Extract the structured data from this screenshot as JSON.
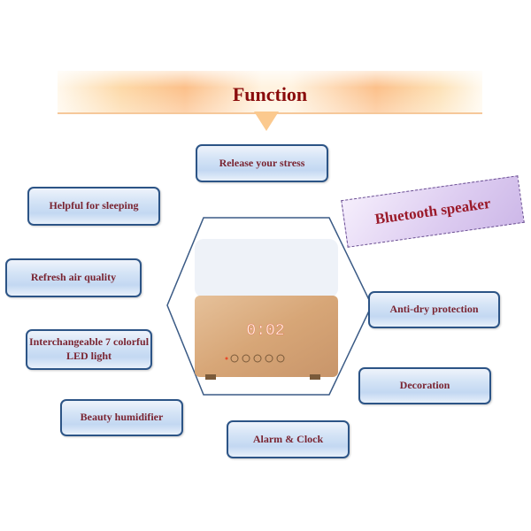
{
  "banner": {
    "title": "Function"
  },
  "features": {
    "release": "Release your stress",
    "sleeping": "Helpful for sleeping",
    "refresh": "Refresh air quality",
    "led": "Interchangeable 7 colorful LED light",
    "beauty": "Beauty humidifier",
    "alarm": "Alarm & Clock",
    "decoration": "Decoration",
    "antidry": "Anti-dry protection",
    "bluetooth": "Bluetooth speaker"
  },
  "product": {
    "clock_display": "0:02"
  },
  "colors": {
    "box_border": "#2c5486",
    "text": "#7a2532",
    "title": "#8a0c0c"
  }
}
